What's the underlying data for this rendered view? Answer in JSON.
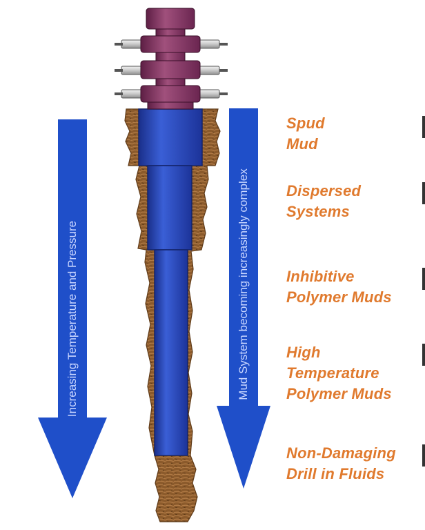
{
  "arrows": {
    "left_label": "Increasing Temperature and Pressure",
    "right_label": "Mud System becoming increasingly complex"
  },
  "stages": [
    {
      "line1": "Spud",
      "line2": "Mud"
    },
    {
      "line1": "Dispersed",
      "line2": "Systems"
    },
    {
      "line1": "Inhibitive",
      "line2": "Polymer  Muds"
    },
    {
      "line1": "High",
      "line2": "Temperature",
      "line3": "Polymer  Muds"
    },
    {
      "line1": "Non-Damaging",
      "line2": "Drill in Fluids"
    }
  ],
  "colors": {
    "arrow_blue": "#1f4fc9",
    "casing_blue": "#2e4fbf",
    "rock_brown": "#8b5a2b",
    "wellhead_purple": "#8a3a66",
    "label_orange": "#e07a2e"
  }
}
